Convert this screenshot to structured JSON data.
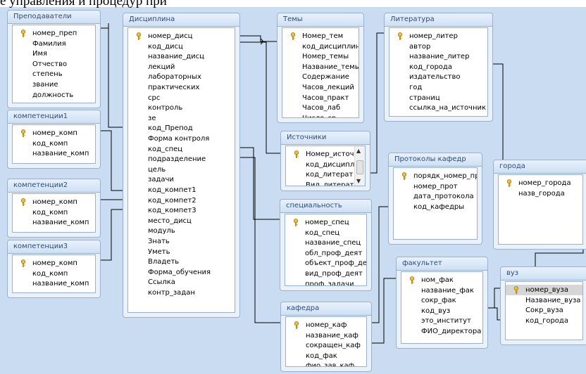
{
  "top_text": "е управления и процедур при",
  "tables": [
    {
      "id": "prep",
      "title": "Преподаватели",
      "fields": [
        "номер_преп",
        "Фамилия",
        "Имя",
        "Отчество",
        "степень",
        "звание",
        "должность"
      ],
      "key": 0
    },
    {
      "id": "k1",
      "title": "компетенции1",
      "fields": [
        "номер_комп",
        "код_комп",
        "название_комп"
      ],
      "key": 0
    },
    {
      "id": "k2",
      "title": "компетенции2",
      "fields": [
        "номер_комп",
        "код_комп",
        "название_комп"
      ],
      "key": 0
    },
    {
      "id": "k3",
      "title": "компетенции3",
      "fields": [
        "номер_комп",
        "код_комп",
        "название_комп"
      ],
      "key": 0
    },
    {
      "id": "disc",
      "title": "Дисциплина",
      "fields": [
        "номер_дисц",
        "код_дисц",
        "название_дисц",
        "лекций",
        "лабораторных",
        "практических",
        "срс",
        "контроль",
        "зе",
        "код_Препод",
        "Форма контроля",
        "код_спец",
        "подразделение",
        "цель",
        "задачи",
        "код_компет1",
        "код_компет2",
        "код_компет3",
        "место_дисц",
        "модуль",
        "Знать",
        "Уметь",
        "Владеть",
        "Форма_обучения",
        "Ссылка",
        "контр_задан"
      ],
      "key": 0
    },
    {
      "id": "temy",
      "title": "Темы",
      "fields": [
        "Номер_тем",
        "код_дисциплины",
        "Номер_темы",
        "Название_темы",
        "Содержание",
        "Часов_лекций",
        "Часов_практ",
        "Часов_лаб",
        "Число_ср"
      ],
      "key": 0
    },
    {
      "id": "lit",
      "title": "Литература",
      "fields": [
        "номер_литер",
        "автор",
        "название_литер",
        "код_города",
        "издательство",
        "год",
        "страниц",
        "ссылка_на_источник"
      ],
      "key": 0
    },
    {
      "id": "ist",
      "title": "Источники",
      "fields": [
        "Номер_источн",
        "код_дисципл",
        "код_литерат",
        "Вид_литерат"
      ],
      "key": 0,
      "scroll": true
    },
    {
      "id": "prot",
      "title": "Протоколы кафедр",
      "fields": [
        "порядк_номер_пр",
        "номер_прот",
        "дата_протокола",
        "код_кафедры"
      ],
      "key": 0
    },
    {
      "id": "gor",
      "title": "города",
      "fields": [
        "номер_города",
        "назв_города"
      ],
      "key": 0
    },
    {
      "id": "spec",
      "title": "специальность",
      "fields": [
        "номер_спец",
        "код_спец",
        "название_спец",
        "обл_проф_деят",
        "объект_проф_де",
        "вид_проф_деят",
        "проф_задачи"
      ],
      "key": 0
    },
    {
      "id": "fak",
      "title": "факультет",
      "fields": [
        "ном_фак",
        "название_фак",
        "сокр_фак",
        "код_вуз",
        "это_институт",
        "ФИО_директора"
      ],
      "key": 0
    },
    {
      "id": "vuz",
      "title": "вуз",
      "fields": [
        "номер_вуза",
        "Название_вуза",
        "Сокр_вуза",
        "код_города"
      ],
      "key": 0,
      "selected": 0
    },
    {
      "id": "kaf",
      "title": "кафедра",
      "fields": [
        "номер_каф",
        "название_каф",
        "сокращен_каф",
        "код_фак",
        "фио_зав_каф"
      ],
      "key": 0
    }
  ]
}
